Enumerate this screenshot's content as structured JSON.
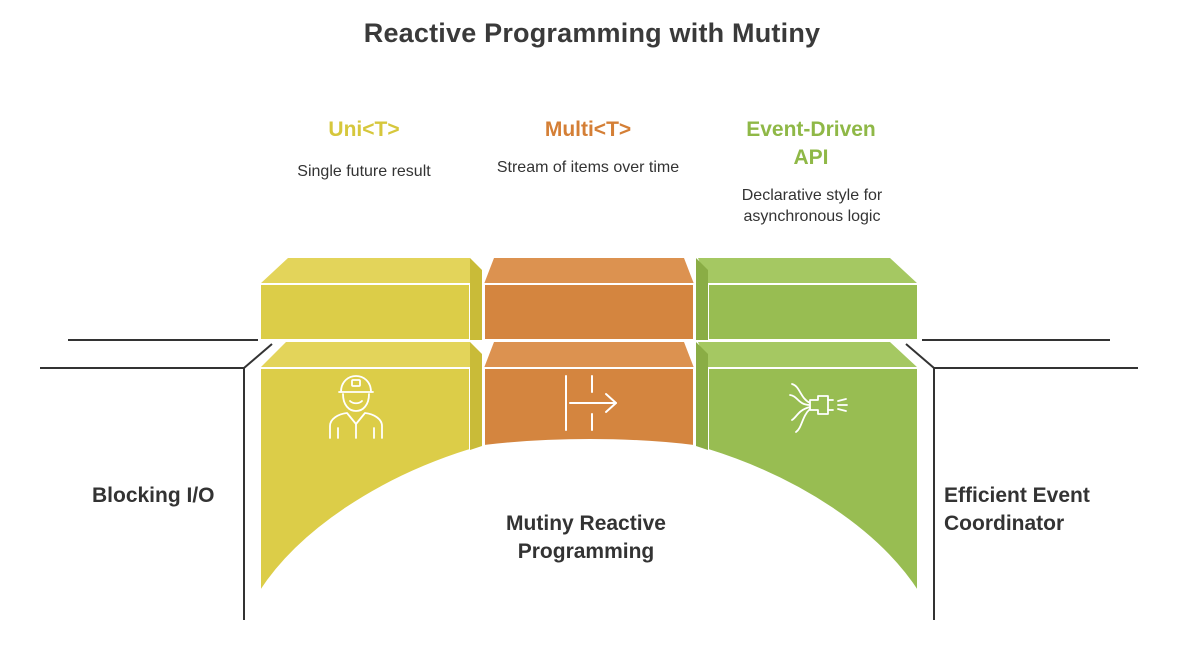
{
  "title": "Reactive Programming with Mutiny",
  "colors": {
    "yellow": "#dccd48",
    "yellow_side": "#e3d45a",
    "orange": "#d4853f",
    "orange_side": "#dc9250",
    "green": "#98bd52",
    "green_side": "#a5c862",
    "line": "#333333"
  },
  "columns": [
    {
      "heading": "Uni<T>",
      "description": "Single future result",
      "icon": "worker-icon",
      "color": "#d6c73c"
    },
    {
      "heading": "Multi<T>",
      "description": "Stream of items over time",
      "icon": "flow-arrow-icon",
      "color": "#d47f36"
    },
    {
      "heading": "Event-Driven API",
      "description": "Declarative style for asynchronous logic",
      "icon": "cable-plug-icon",
      "color": "#8fb847"
    }
  ],
  "left_label": "Blocking I/O",
  "right_label": "Efficient Event Coordinator",
  "center_label": "Mutiny Reactive Programming"
}
